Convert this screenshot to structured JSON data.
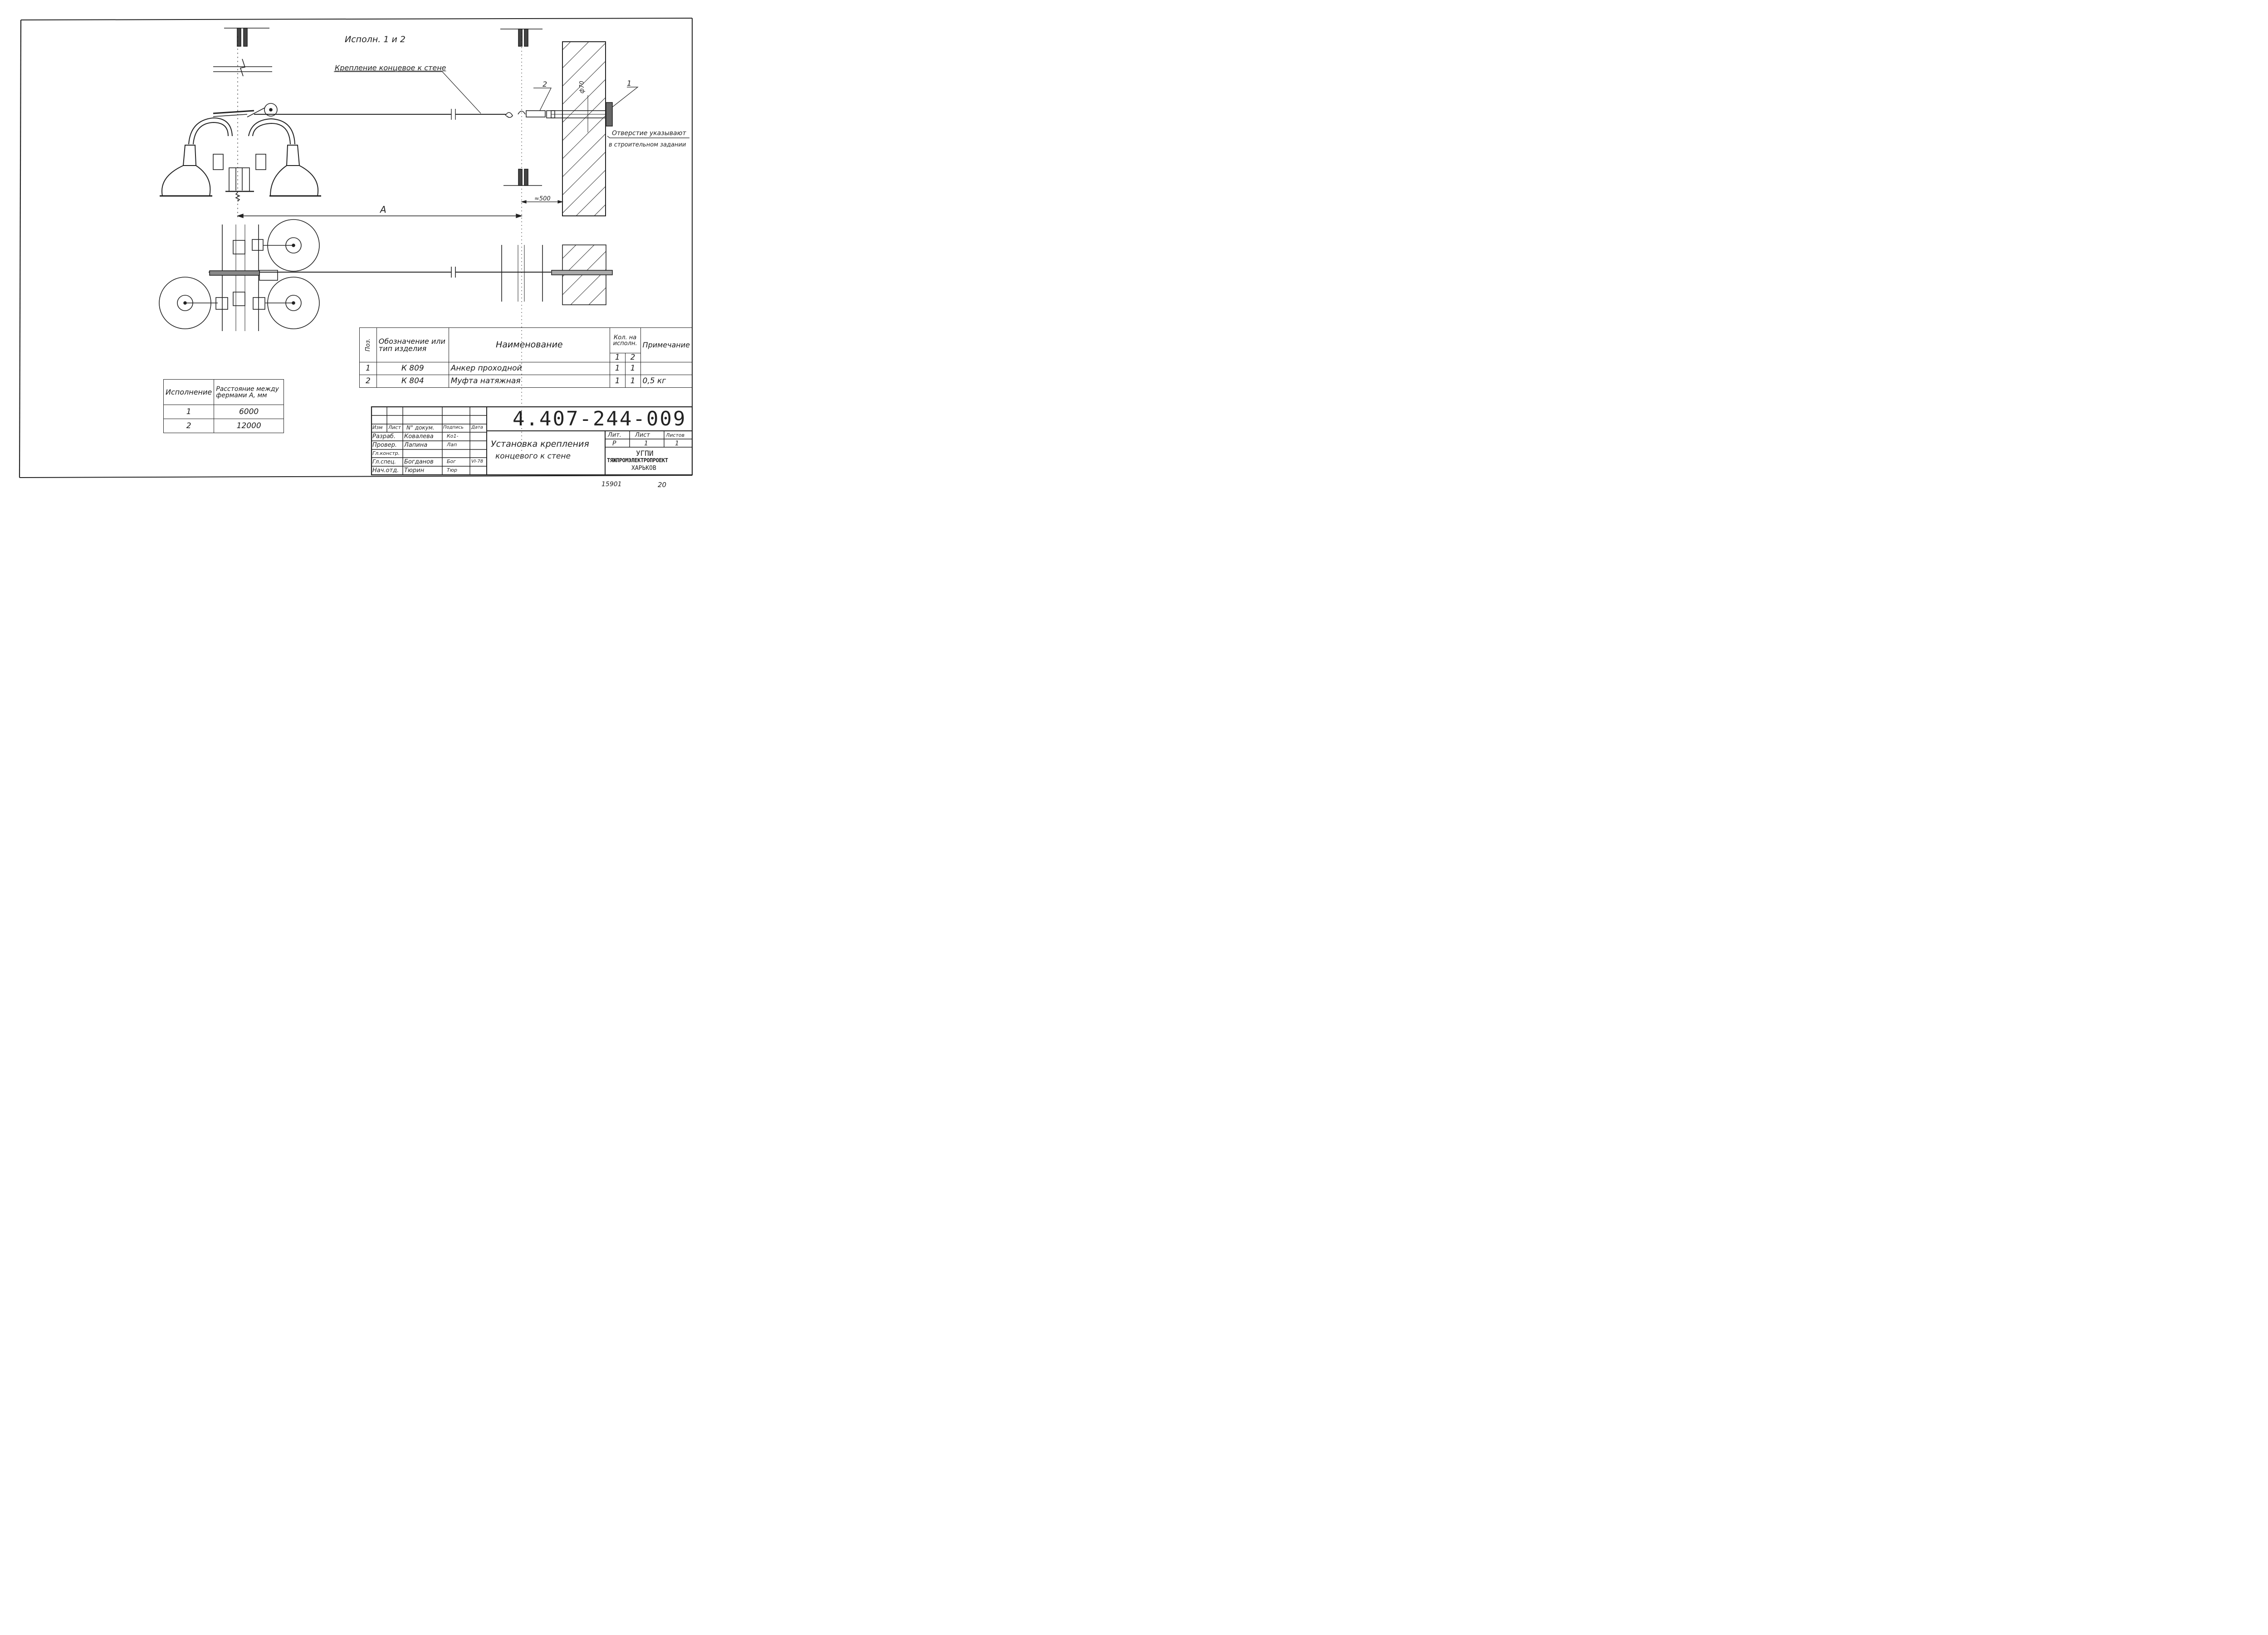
{
  "labels": {
    "variant": "Исполн. 1 и 2",
    "end_fastening": "Крепление концевое к стене",
    "pos1": "1",
    "pos2": "2",
    "dia": "ф70",
    "hole_note_1": "Отверстие указывают",
    "hole_note_2": "в строительном задании",
    "distance_500": "≈500",
    "dim_a": "A"
  },
  "spec_table": {
    "headers": {
      "pos": "Поз.",
      "designation": "Обозначение или тип изделия",
      "name": "Наименование",
      "qty": "Кол. на исполн.",
      "qty_1": "1",
      "qty_2": "2",
      "note": "Примечание"
    },
    "rows": [
      {
        "pos": "1",
        "designation": "К 809",
        "name": "Анкер проходной",
        "q1": "1",
        "q2": "1",
        "note": ""
      },
      {
        "pos": "2",
        "designation": "К 804",
        "name": "Муфта натяжная",
        "q1": "1",
        "q2": "1",
        "note": "0,5 кг"
      }
    ]
  },
  "variant_table": {
    "headers": {
      "variant": "Исполнение",
      "distance": "Расстояние между фермами А, мм"
    },
    "rows": [
      {
        "variant": "1",
        "distance": "6000"
      },
      {
        "variant": "2",
        "distance": "12000"
      }
    ]
  },
  "title_block": {
    "code": "4.407-244-009",
    "title_line1": "Установка крепления",
    "title_line2": "концевого к стене",
    "col_headers": {
      "izm": "Изм",
      "list": "Лист",
      "doc": "N° докум.",
      "sign": "Подпись",
      "date": "Дата"
    },
    "staff": [
      {
        "role": "Разраб.",
        "name": "Ковалева",
        "sign": "Ко1-",
        "date": ""
      },
      {
        "role": "Провер.",
        "name": "Лапина",
        "sign": "Лап",
        "date": ""
      },
      {
        "role": "Гл.констр.",
        "name": "",
        "sign": "",
        "date": ""
      },
      {
        "role": "Гл.спец.",
        "name": "Богданов",
        "sign": "Бог",
        "date": "VI-78"
      },
      {
        "role": "Нач.отд.",
        "name": "Тюрин",
        "sign": "Тюр",
        "date": ""
      }
    ],
    "lit_label": "Лит.",
    "sheet_label": "Лист",
    "sheets_label": "Листов",
    "lit_value": "Р",
    "sheet_value": "1",
    "sheets_value": "1",
    "org_line1": "УГПИ",
    "org_line2": "ТЯЖПРОМЭЛЕКТРОПРОЕКТ",
    "org_line3": "ХАРЬКОВ"
  },
  "footer": {
    "archive_no": "15901",
    "page": "20"
  }
}
